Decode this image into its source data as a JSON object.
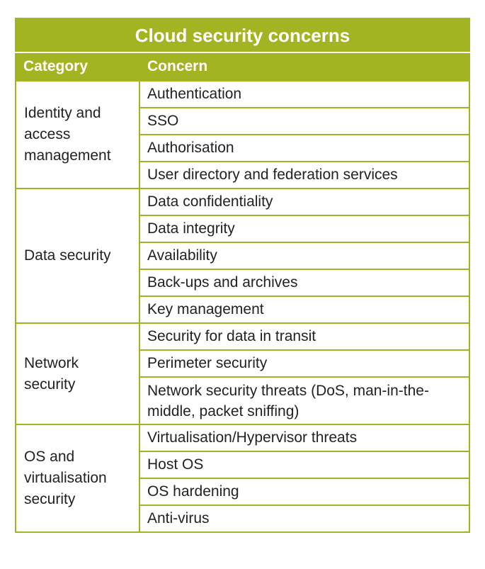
{
  "title": "Cloud security concerns",
  "headers": {
    "category": "Category",
    "concern": "Concern"
  },
  "groups": [
    {
      "category": "Identity and access management",
      "concerns": [
        "Authentication",
        "SSO",
        "Authorisation",
        "User directory and federation services"
      ]
    },
    {
      "category": "Data security",
      "concerns": [
        "Data confidentiality",
        "Data integrity",
        "Availability",
        "Back-ups and archives",
        "Key management"
      ]
    },
    {
      "category": "Network security",
      "concerns": [
        "Security for data in transit",
        "Perimeter security",
        "Network security threats (DoS, man-in-the-middle, packet sniffing)"
      ]
    },
    {
      "category": "OS and virtualisation security",
      "concerns": [
        "Virtualisation/Hypervisor threats",
        "Host OS",
        "OS hardening",
        "Anti-virus"
      ]
    }
  ],
  "colors": {
    "accent": "#a3b423"
  }
}
